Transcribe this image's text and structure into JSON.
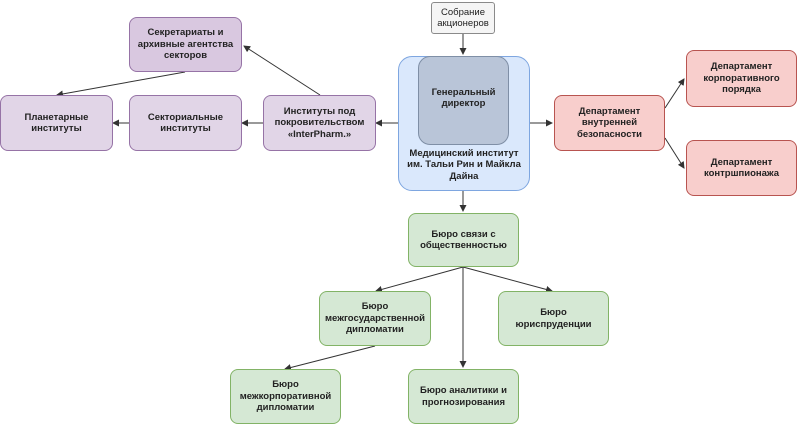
{
  "nodes": {
    "shareholders": "Собрание акционеров",
    "institute": "Медицинский институт им. Тальи Рин и Майкла Дайна",
    "director": "Генеральный директор",
    "interpharm": "Институты под покровительством «InterPharm.»",
    "secretariats": "Секретариаты и архивные агентства секторов",
    "sectoral": "Секториальные институты",
    "planetary": "Планетарные институты",
    "security": "Департамент внутренней безопасности",
    "corporate_order": "Департамент корпоративного порядка",
    "counterintel": "Департамент контршпионажа",
    "public_relations": "Бюро связи с общественностью",
    "interstate": "Бюро межгосударственной дипломатии",
    "law": "Бюро юриспруденции",
    "intercorp": "Бюро межкорпоративной дипломатии",
    "analytics": "Бюро аналитики и прогнозирования"
  },
  "colors": {
    "line": "#333333",
    "gray": "#f5f5f5",
    "blue": "#dae8fc",
    "purple": "#e1d5e7",
    "red": "#f8cecc",
    "green": "#d5e8d4"
  }
}
